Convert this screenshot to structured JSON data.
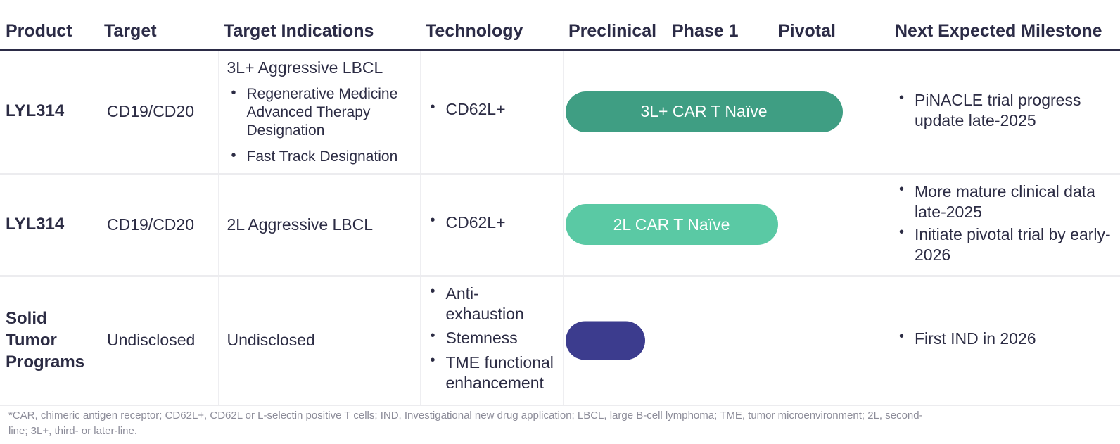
{
  "table": {
    "headers": [
      "Product",
      "Target",
      "Target Indications",
      "Technology",
      "Preclinical",
      "Phase 1",
      "Pivotal",
      "Next Expected Milestone"
    ],
    "rows": [
      {
        "product": "LYL314",
        "target": "CD19/CD20",
        "indication_title": "3L+ Aggressive LBCL",
        "indication_bullets": [
          "Regenerative Medicine Advanced Therapy Designation",
          "Fast Track Designation"
        ],
        "technology_bullets": [
          "CD62L+"
        ],
        "stage": {
          "label": "3L+ CAR T Naïve",
          "color": "#3f9e83",
          "from": "Preclinical",
          "to": "Pivotal"
        },
        "milestones": [
          "PiNACLE trial progress update late-2025"
        ]
      },
      {
        "product": "LYL314",
        "target": "CD19/CD20",
        "indication_title": "2L Aggressive LBCL",
        "indication_bullets": [],
        "technology_bullets": [
          "CD62L+"
        ],
        "stage": {
          "label": "2L CAR T Naïve",
          "color": "#5ac9a4",
          "from": "Preclinical",
          "to": "Phase 1"
        },
        "milestones": [
          "More mature clinical data late-2025",
          "Initiate pivotal trial by early-2026"
        ]
      },
      {
        "product": "Solid Tumor Programs",
        "target": "Undisclosed",
        "indication_title": "Undisclosed",
        "indication_bullets": [],
        "technology_bullets": [
          "Anti-exhaustion",
          "Stemness",
          "TME functional enhancement"
        ],
        "stage": {
          "label": "",
          "color": "#3c3c8e",
          "from": "Preclinical",
          "to": "Preclinical"
        },
        "milestones": [
          "First IND in 2026"
        ]
      }
    ]
  },
  "footnote": "*CAR, chimeric antigen receptor; CD62L+, CD62L or L-selectin positive T cells; IND, Investigational new drug application;  LBCL, large B-cell lymphoma; TME, tumor microenvironment; 2L, second-line; 3L+, third- or later-line.",
  "colors": {
    "header_text": "#2b2b46",
    "body_text": "#2c2c44",
    "stage_dark_green": "#3f9e83",
    "stage_light_green": "#5ac9a4",
    "stage_blue": "#3c3c8e",
    "grid_line": "#eeeef1",
    "footnote_text": "#8c8c99"
  }
}
